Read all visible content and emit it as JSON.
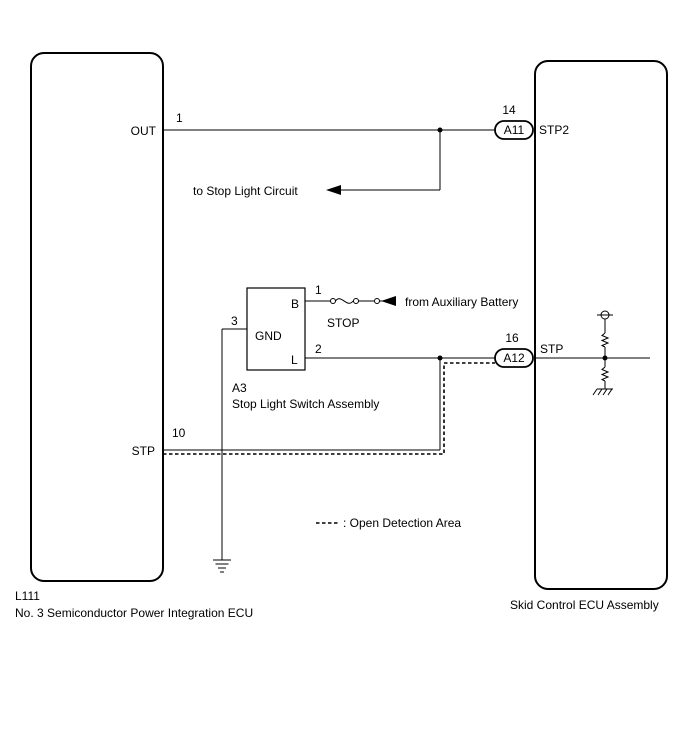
{
  "left_ecu": {
    "code": "L111",
    "name": "No. 3 Semiconductor Power Integration ECU",
    "pins": [
      {
        "label": "OUT",
        "number": "1"
      },
      {
        "label": "STP",
        "number": "10"
      }
    ]
  },
  "right_ecu": {
    "name": "Skid Control ECU Assembly",
    "pins": [
      {
        "label": "STP2",
        "number": "14",
        "connector": "A11"
      },
      {
        "label": "STP",
        "number": "16",
        "connector": "A12"
      }
    ]
  },
  "switch": {
    "code": "A3",
    "name": "Stop Light Switch Assembly",
    "terminals": [
      {
        "label": "B",
        "number": "1"
      },
      {
        "label": "GND",
        "number": "3"
      },
      {
        "label": "L",
        "number": "2"
      }
    ]
  },
  "fuse": {
    "label": "STOP"
  },
  "annotations": {
    "to_stop_light": "to Stop Light Circuit",
    "from_battery": "from Auxiliary Battery",
    "legend": ": Open Detection Area"
  },
  "colors": {
    "line": "#000000",
    "background": "#ffffff"
  }
}
